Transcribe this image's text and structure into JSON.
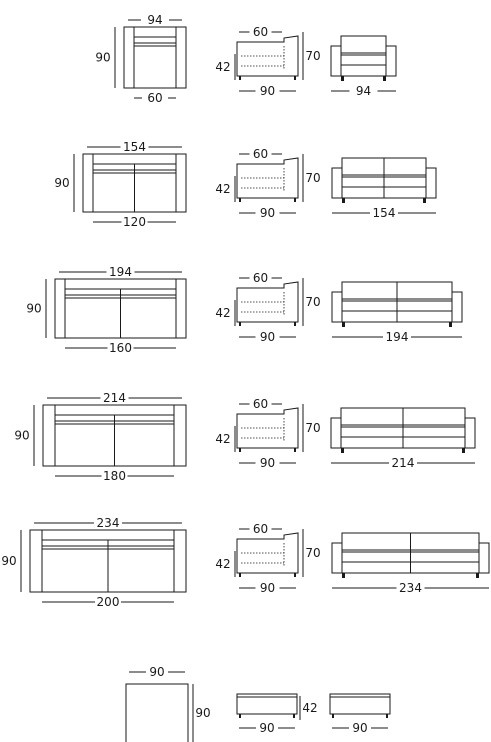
{
  "colors": {
    "line": "#1a1a1a",
    "background": "#ffffff"
  },
  "rows": [
    {
      "plan_width": "94",
      "plan_depth": "90",
      "plan_seat": "60",
      "side_depth": "90",
      "side_seat_depth": "60",
      "side_seat_height": "42",
      "side_height": "70",
      "front_width": "94",
      "seats": 1
    },
    {
      "plan_width": "154",
      "plan_depth": "90",
      "plan_seat": "120",
      "side_depth": "90",
      "side_seat_depth": "60",
      "side_seat_height": "42",
      "side_height": "70",
      "front_width": "154",
      "seats": 2
    },
    {
      "plan_width": "194",
      "plan_depth": "90",
      "plan_seat": "160",
      "side_depth": "90",
      "side_seat_depth": "60",
      "side_seat_height": "42",
      "side_height": "70",
      "front_width": "194",
      "seats": 2
    },
    {
      "plan_width": "214",
      "plan_depth": "90",
      "plan_seat": "180",
      "side_depth": "90",
      "side_seat_depth": "60",
      "side_seat_height": "42",
      "side_height": "70",
      "front_width": "214",
      "seats": 2
    },
    {
      "plan_width": "234",
      "plan_depth": "90",
      "plan_seat": "200",
      "side_depth": "90",
      "side_seat_depth": "60",
      "side_seat_height": "42",
      "side_height": "70",
      "front_width": "234",
      "seats": 2
    }
  ],
  "ottoman": {
    "plan_width": "90",
    "plan_depth": "90",
    "side_depth": "90",
    "front_width": "90",
    "height": "42"
  }
}
